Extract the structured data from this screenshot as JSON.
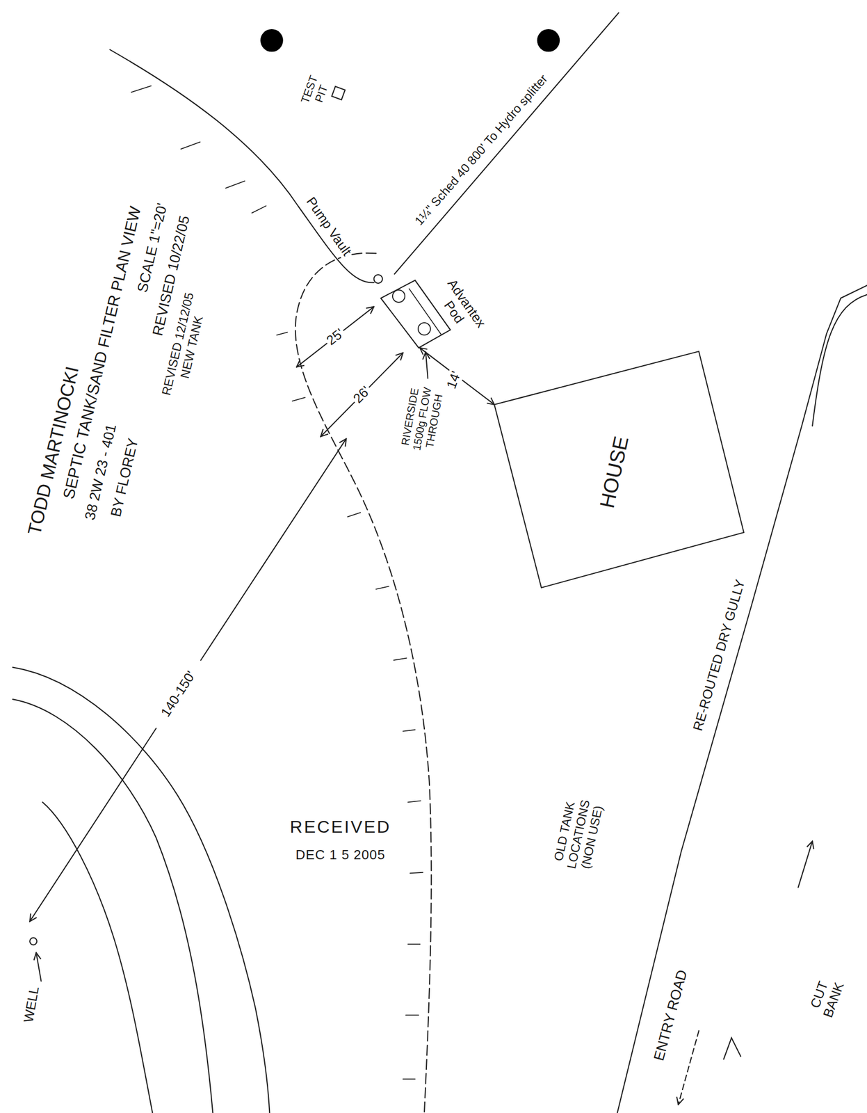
{
  "diagram": {
    "title": "TODD MARTINOCKI",
    "nodes": [
      {
        "text": [
          "TEST PIT"
        ]
      },
      {
        "text": [
          "Advantex Pod"
        ]
      },
      {
        "text": [
          "HOUSE"
        ]
      }
    ],
    "edges": [
      {
        "from": 1,
        "to": 2,
        "label": "14'",
        "arrow": "both"
      }
    ],
    "labels": [
      "SEPTIC TANK/SAND FILTER PLAN VIEW",
      "38 2W 23 - 401",
      "SCALE 1\"=20'",
      "REVISED 10/22/05",
      "BY FLOREY",
      "REVISED 12/12/05 NEW TANK",
      "1¼\" Sched 40 800' To Hydro splitter",
      "Pump Vault",
      "25'",
      "26'",
      "RIVERSIDE 1500g FLOW THROUGH",
      "140-150'",
      "WELL",
      "RECEIVED",
      "DEC 1 5 2005",
      "RE-ROUTED DRY GULLY",
      "OLD TANK LOCATIONS (NON USE)",
      "ENTRY ROAD",
      "CUT BANK"
    ]
  }
}
